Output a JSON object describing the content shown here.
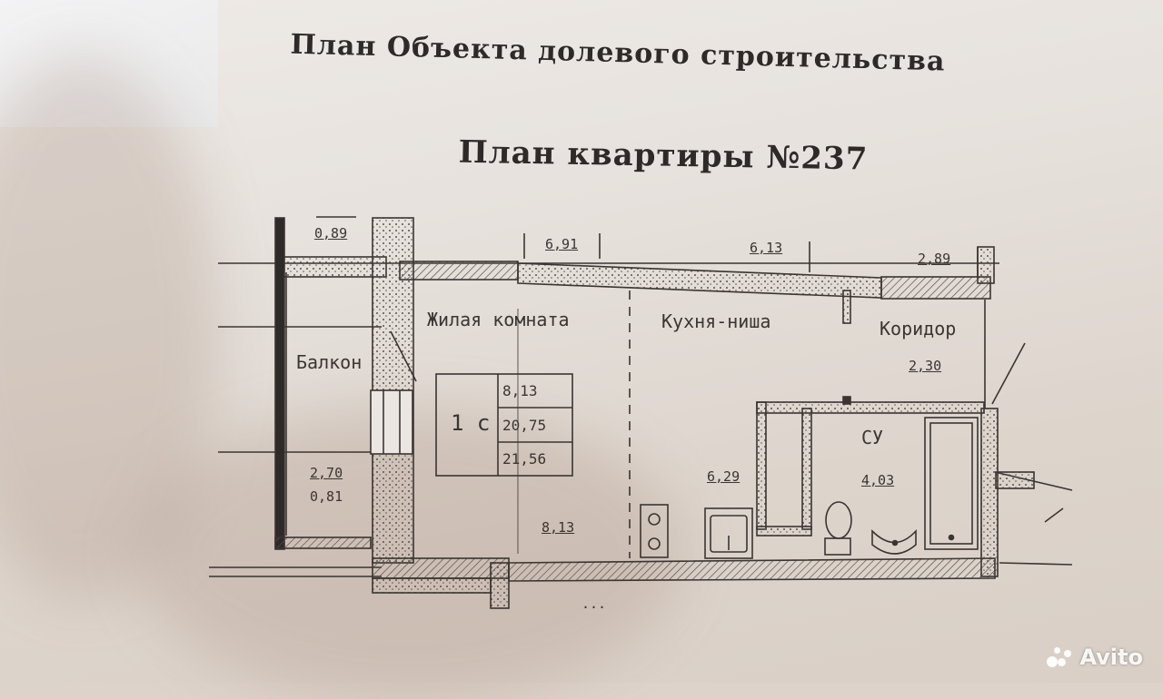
{
  "document": {
    "title": "План Объекта долевого строительства",
    "subtitle": "План квартиры №237"
  },
  "plan": {
    "rooms": {
      "living": "Жилая комната",
      "kitchen": "Кухня-ниша",
      "corridor": "Коридор",
      "bath": "СУ",
      "balcony": "Балкон"
    },
    "dimensions": {
      "top_left": "0,89",
      "top_1": "6,91",
      "top_2": "6,13",
      "top_3": "2,89",
      "corridor_area": "2,30",
      "bath_area": "4,03",
      "kitchen_area": "6,29",
      "living_area": "8,13",
      "balcony_a": "2,70",
      "balcony_b": "0,81",
      "bottom_dots": "..."
    },
    "apartment_table": {
      "type": "1 с",
      "row1": "8,13",
      "row2": "20,75",
      "row3": "21,56"
    }
  },
  "watermark": {
    "text": "Avito"
  },
  "colors": {
    "ink": "#3a3533",
    "paper": "#e6e1dc"
  }
}
